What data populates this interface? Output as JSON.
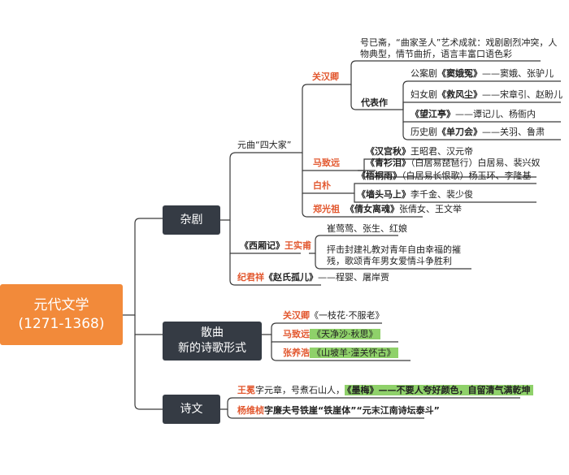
{
  "root": {
    "line1": "元代文学",
    "line2": "(1271-1368)"
  },
  "zaju": {
    "label": "杂剧",
    "four_masters": {
      "label": "元曲“四大家”",
      "guan": {
        "name": "关汉卿",
        "note1": "号已斋，“曲家圣人”艺术成就：戏剧剧烈冲突，人",
        "note2": "物典型，情节曲折，语言丰富口语色彩",
        "works_label": "代表作",
        "works": [
          {
            "pre": "公案剧",
            "title": "《窦娥冤》",
            "rest": "——窦娥、张驴儿"
          },
          {
            "pre": "妇女剧",
            "title": "《救风尘》",
            "rest": "——宋章引、赵盼儿"
          },
          {
            "pre": "",
            "title": "《望江亭》",
            "rest": "——谭记儿、杨衙内"
          },
          {
            "pre": "历史剧",
            "title": "《单刀会》",
            "rest": "——关羽、鲁肃"
          }
        ]
      },
      "ma": {
        "name": "马致远",
        "w1_title": "《汉宫秋》",
        "w1_rest": "王昭君、汉元帝",
        "w2_title": "《青衫泪》",
        "w2_rest": "（白居易琵琶行）白居易、裴兴奴"
      },
      "bai": {
        "name": "白朴",
        "w1_title": "《梧桐雨》",
        "w1_rest": "（白居易长恨歌）杨玉环、李隆基",
        "w2_title": "《墙头马上》",
        "w2_rest": "李千金、裴少俊"
      },
      "zheng": {
        "name": "郑光祖",
        "title": "《倩女离魂》",
        "rest": "张倩女、王文举"
      }
    },
    "xixiang": {
      "title": "《西厢记》",
      "author": "王实甫",
      "chars": "崔莺莺、张生、红娘",
      "theme1": "抨击封建礼教对青年自由幸福的摧",
      "theme2": "残，歌颂青年男女爱情斗争胜利"
    },
    "ji": {
      "name": "纪君祥",
      "title": "《赵氏孤儿》",
      "rest": "——程婴、屠岸贾"
    }
  },
  "sanqu": {
    "line1": "散曲",
    "line2": "新的诗歌形式",
    "items": [
      {
        "author": "关汉卿",
        "work": "《一枝花·不服老》"
      },
      {
        "author": "马致远",
        "work": "《天净沙·秋思》"
      },
      {
        "author": "张养浩",
        "work": "《山坡羊·潼关怀古》"
      }
    ]
  },
  "shiwen": {
    "label": "诗文",
    "wang": {
      "name": "王冕",
      "text": "字元章，号煮石山人，",
      "work": "《墨梅》——不要人夸好颜色，自留清气满乾坤"
    },
    "yang": {
      "name": "杨维桢",
      "text": "字廉夫号铁崖“铁崖体”“元末江南诗坛泰斗”"
    }
  },
  "colors": {
    "root": "#f28a3a",
    "box": "#353b44",
    "author": "#e2572e",
    "highlight": "#8fd16a",
    "line": "#3a3a3a"
  }
}
